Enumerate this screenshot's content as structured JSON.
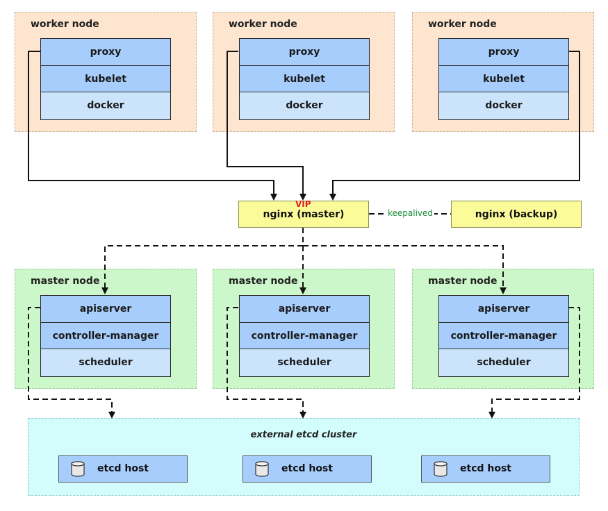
{
  "workers": [
    {
      "title": "worker node",
      "components": [
        "proxy",
        "kubelet",
        "docker"
      ]
    },
    {
      "title": "worker node",
      "components": [
        "proxy",
        "kubelet",
        "docker"
      ]
    },
    {
      "title": "worker node",
      "components": [
        "proxy",
        "kubelet",
        "docker"
      ]
    }
  ],
  "masters": [
    {
      "title": "master node",
      "components": [
        "apiserver",
        "controller-manager",
        "scheduler"
      ]
    },
    {
      "title": "master node",
      "components": [
        "apiserver",
        "controller-manager",
        "scheduler"
      ]
    },
    {
      "title": "master node",
      "components": [
        "apiserver",
        "controller-manager",
        "scheduler"
      ]
    }
  ],
  "lb": {
    "master_label": "nginx (master)",
    "backup_label": "nginx (backup)",
    "vip": "VIP",
    "keepalived": "keepalived"
  },
  "etcd": {
    "title": "external etcd cluster",
    "hosts": [
      "etcd host",
      "etcd host",
      "etcd host"
    ]
  },
  "colors": {
    "worker_bg": "#fde5cf",
    "master_bg": "#ccf7cb",
    "etcd_bg": "#d3fcfd",
    "component_blue": "#a6cdfb",
    "component_light": "#cbe4fc",
    "nginx_bg": "#fbfb99",
    "vip": "#e02020",
    "keepalived": "#1a8a3a"
  }
}
